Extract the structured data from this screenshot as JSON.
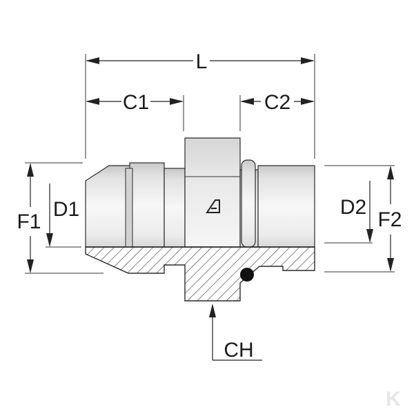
{
  "labels": {
    "l": "L",
    "c1": "C1",
    "c2": "C2",
    "d1": "D1",
    "d2": "D2",
    "f1": "F1",
    "f2": "F2",
    "ch": "CH"
  },
  "watermark": "K",
  "colors": {
    "metal_light": "#f4f4f4",
    "metal_mid": "#dedede",
    "metal_dark": "#bdbdbd",
    "outline": "#2a2a2a",
    "dimension": "#222222",
    "watermark": "#e6e6e6"
  }
}
